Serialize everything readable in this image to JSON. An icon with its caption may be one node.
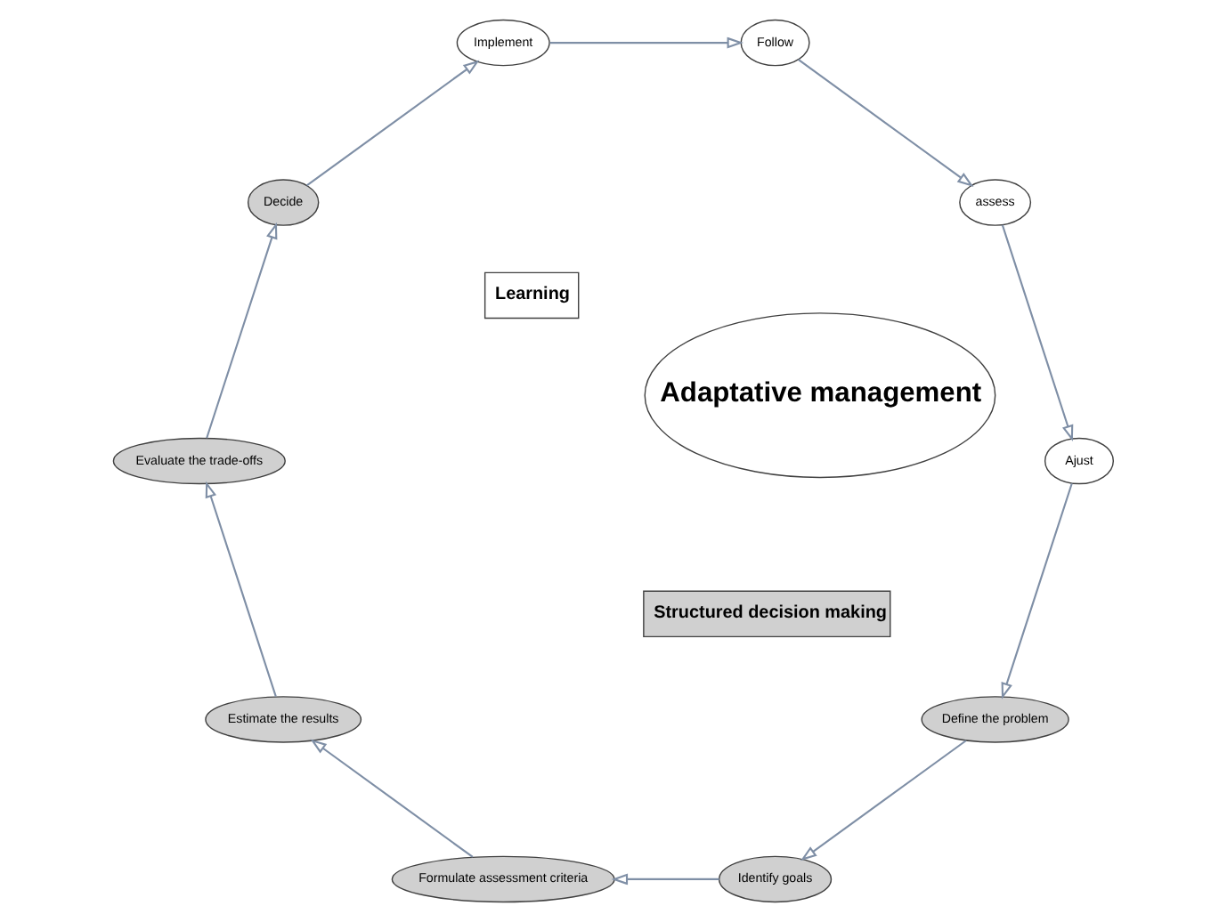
{
  "diagram": {
    "nodes": [
      {
        "text": [
          "Learning"
        ]
      },
      {
        "text": [
          "Structured decision making"
        ]
      },
      {
        "text": [
          "Adaptative management"
        ]
      },
      {
        "text": [
          "Define the problem"
        ]
      },
      {
        "text": [
          "Identify goals"
        ]
      },
      {
        "text": [
          "Formulate assessment criteria"
        ]
      },
      {
        "text": [
          "Estimate the results"
        ]
      },
      {
        "text": [
          "Evaluate the trade-offs"
        ]
      },
      {
        "text": [
          "Decide"
        ]
      },
      {
        "text": [
          "Implement"
        ]
      },
      {
        "text": [
          "Follow"
        ]
      },
      {
        "text": [
          "assess"
        ]
      },
      {
        "text": [
          "Ajust"
        ]
      }
    ],
    "edges": [
      {
        "from": 3,
        "to": 4,
        "arrow": "to"
      },
      {
        "from": 4,
        "to": 5,
        "arrow": "to"
      },
      {
        "from": 5,
        "to": 6,
        "arrow": "to"
      },
      {
        "from": 6,
        "to": 7,
        "arrow": "to"
      },
      {
        "from": 7,
        "to": 8,
        "arrow": "to"
      },
      {
        "from": 8,
        "to": 9,
        "arrow": "to"
      },
      {
        "from": 9,
        "to": 10,
        "arrow": "to"
      },
      {
        "from": 10,
        "to": 11,
        "arrow": "to"
      },
      {
        "from": 11,
        "to": 12,
        "arrow": "to"
      },
      {
        "from": 12,
        "to": 3,
        "arrow": "to"
      }
    ]
  }
}
